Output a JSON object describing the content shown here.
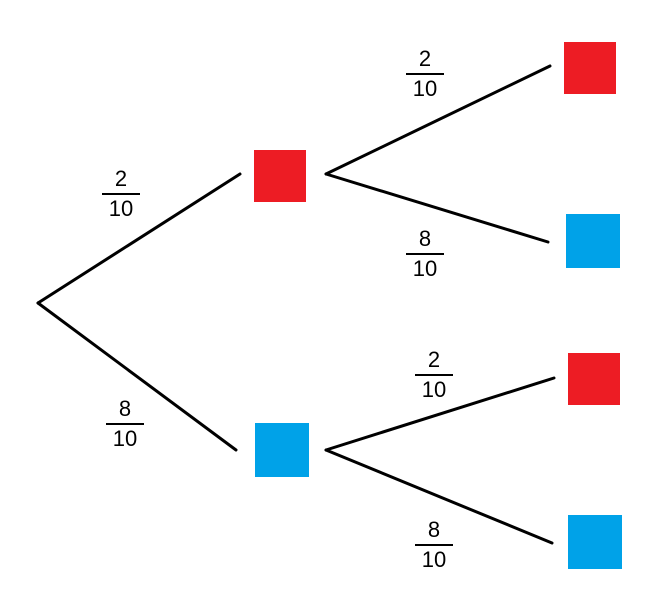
{
  "colors": {
    "red": "#ed1c24",
    "blue": "#00a2e8",
    "line": "#000000"
  },
  "tree": {
    "root": {
      "branches": [
        {
          "probability": {
            "numerator": "2",
            "denominator": "10"
          },
          "node": "red",
          "branches": [
            {
              "probability": {
                "numerator": "2",
                "denominator": "10"
              },
              "node": "red"
            },
            {
              "probability": {
                "numerator": "8",
                "denominator": "10"
              },
              "node": "blue"
            }
          ]
        },
        {
          "probability": {
            "numerator": "8",
            "denominator": "10"
          },
          "node": "blue",
          "branches": [
            {
              "probability": {
                "numerator": "2",
                "denominator": "10"
              },
              "node": "red"
            },
            {
              "probability": {
                "numerator": "8",
                "denominator": "10"
              },
              "node": "blue"
            }
          ]
        }
      ]
    }
  }
}
